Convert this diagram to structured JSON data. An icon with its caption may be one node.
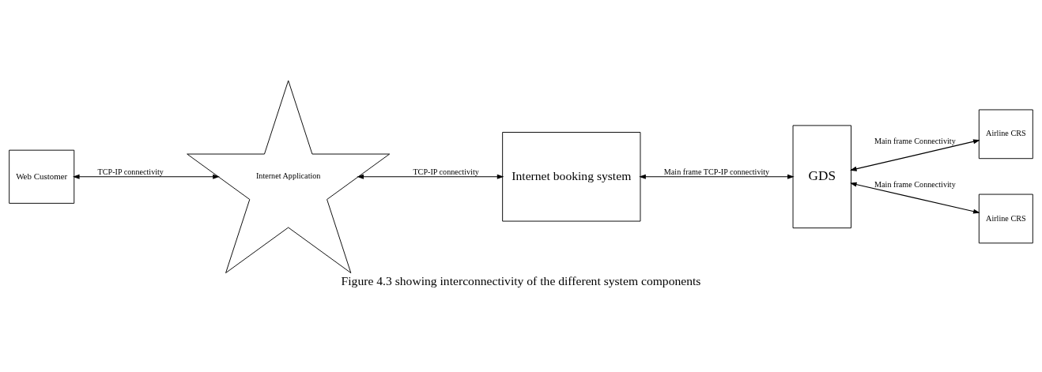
{
  "diagram": {
    "caption": "Figure 4.3 showing interconnectivity of the different system components",
    "nodes": [
      {
        "text": [
          "Web Customer"
        ]
      },
      {
        "text": [
          "Internet Application"
        ]
      },
      {
        "text": [
          "Internet booking system"
        ]
      },
      {
        "text": [
          "GDS"
        ]
      },
      {
        "text": [
          "Airline CRS"
        ]
      },
      {
        "text": [
          "Airline CRS"
        ]
      }
    ],
    "edges": [
      {
        "from": 0,
        "to": 1,
        "arrow": "both",
        "label": "TCP-IP connectivity"
      },
      {
        "from": 1,
        "to": 2,
        "arrow": "both",
        "label": "TCP-IP connectivity"
      },
      {
        "from": 2,
        "to": 3,
        "arrow": "both",
        "label": "Main frame TCP-IP connectivity"
      },
      {
        "from": 3,
        "to": 4,
        "arrow": "both",
        "label": "Main frame Connectivity"
      },
      {
        "from": 3,
        "to": 5,
        "arrow": "both",
        "label": "Main frame Connectivity"
      }
    ]
  }
}
